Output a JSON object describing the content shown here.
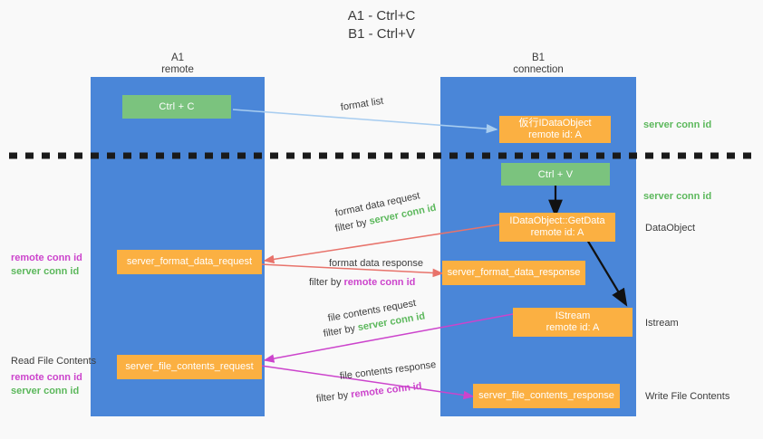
{
  "title": {
    "line1": "A1 - Ctrl+C",
    "line2": "B1 - Ctrl+V"
  },
  "colors": {
    "panel_blue": "#4a86d8",
    "box_green": "#7bc37e",
    "box_orange": "#fbb042",
    "server_conn_green": "#5cb85c",
    "remote_conn_purple": "#cc44cc",
    "arrow_blue": "#a8cdf0",
    "arrow_red": "#e8736b",
    "arrow_purple": "#cc44cc",
    "arrow_black": "#111111",
    "background": "#f9f9f9",
    "text": "#3c3c3c"
  },
  "columns": {
    "left": {
      "name": "A1",
      "role": "remote"
    },
    "right": {
      "name": "B1",
      "role": "connection"
    }
  },
  "boxes": {
    "ctrl_c": "Ctrl + C",
    "ctrl_v": "Ctrl + V",
    "idataobject": {
      "line1": "仮行IDataObject",
      "line2": "remote id: A"
    },
    "getdata": {
      "line1": "IDataObject::GetData",
      "line2": "remote id: A"
    },
    "istream": {
      "line1": "IStream",
      "line2": "remote id: A"
    },
    "format_data_request": "server_format_data_request",
    "format_data_response": "server_format_data_response",
    "file_contents_request": "server_file_contents_request",
    "file_contents_response": "server_file_contents_response"
  },
  "edge_labels": {
    "format_list": "format list",
    "format_data_request": "format data request",
    "format_data_request_filter_pre": "filter by ",
    "format_data_request_filter_key": "server conn id",
    "format_data_response": "format data response",
    "format_data_response_filter_pre": "filter by ",
    "format_data_response_filter_key": "remote conn id",
    "file_contents_request": "file contents request",
    "file_contents_request_filter_pre": "filter by ",
    "file_contents_request_filter_key": "server conn id",
    "file_contents_response": "file contents response",
    "file_contents_response_filter_pre": "filter by ",
    "file_contents_response_filter_key": "remote conn id"
  },
  "right_annotations": {
    "server_conn_id_1": "server conn id",
    "server_conn_id_2": "server conn id",
    "dataobject": "DataObject",
    "istream": "Istream",
    "write_file_contents": "Write File Contents"
  },
  "left_annotations": {
    "group1_remote": "remote conn id",
    "group1_server": "server conn id",
    "read_file_contents": "Read File Contents",
    "group2_remote": "remote conn id",
    "group2_server": "server conn id"
  }
}
